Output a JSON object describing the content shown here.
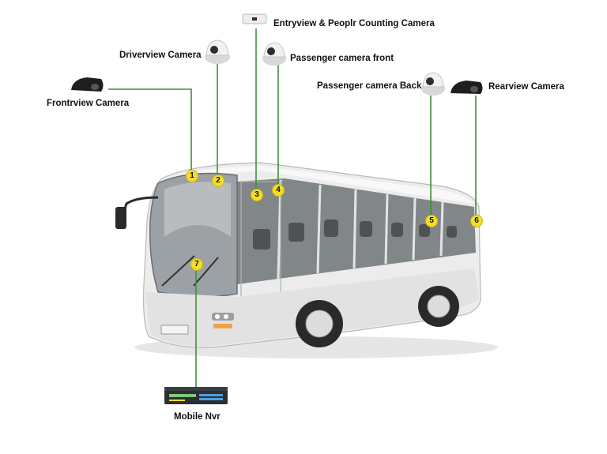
{
  "colors": {
    "leader_line": "#3f8f3a",
    "badge": "#f3dd2a",
    "bus_body": "#ececec",
    "window": "#6f7478"
  },
  "cameras": [
    {
      "id": "1",
      "label": "Frontrview Camera",
      "icon": "side-dome-camera-icon"
    },
    {
      "id": "2",
      "label": "Driverview Camera",
      "icon": "dome-camera-icon"
    },
    {
      "id": "3",
      "label": "Entryview & Peoplr Counting Camera",
      "icon": "counting-camera-icon"
    },
    {
      "id": "4",
      "label": "Passenger camera front",
      "icon": "dome-camera-icon"
    },
    {
      "id": "5",
      "label": "Passenger camera Back",
      "icon": "dome-camera-icon"
    },
    {
      "id": "6",
      "label": "Rearview Camera",
      "icon": "side-dome-camera-icon"
    },
    {
      "id": "7",
      "label": "Mobile Nvr",
      "icon": "nvr-recorder-icon"
    }
  ]
}
